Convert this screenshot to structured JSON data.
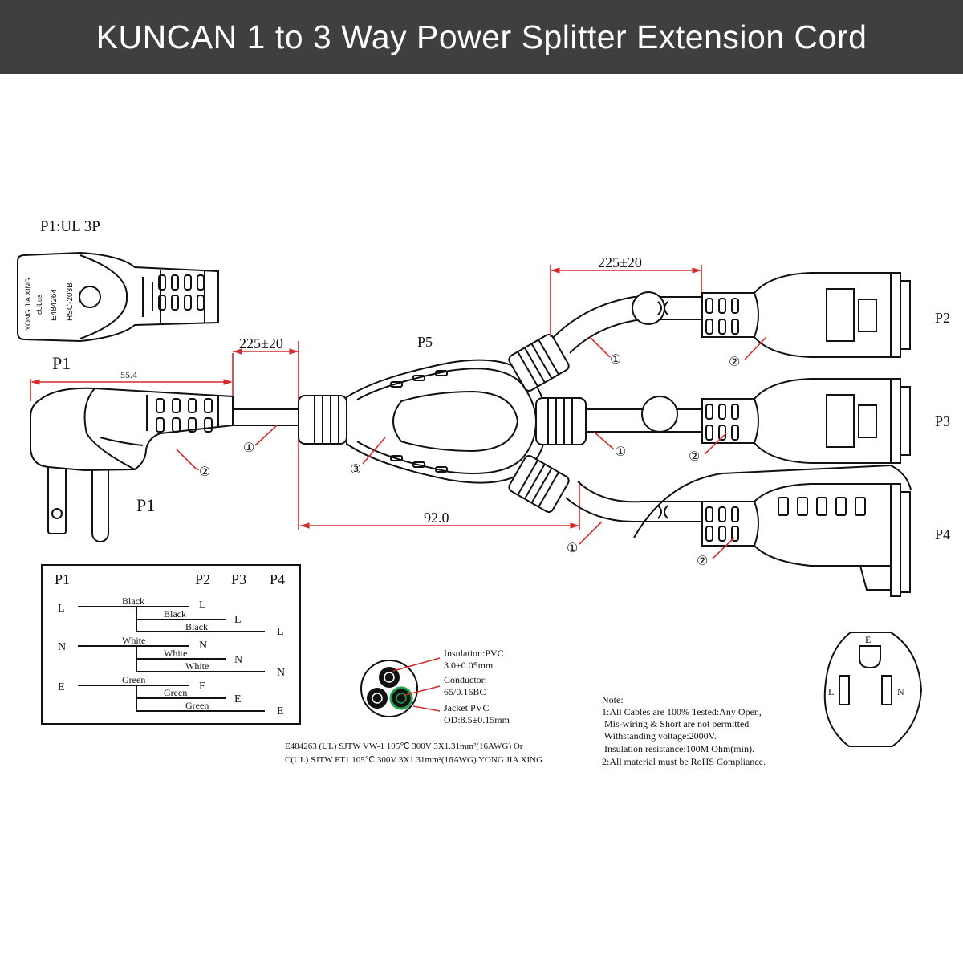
{
  "title": "KUNCAN 1 to 3 Way Power Splitter Extension Cord",
  "colors": {
    "accent_red": "#d42a2a",
    "title_bar": "#3f3f3f",
    "ink": "#111111",
    "conductor_green": "#22a24a"
  },
  "plug": {
    "heading": "P1:UL 3P",
    "label_p1_top": "P1",
    "label_p1_bottom": "P1",
    "face_text_1": "YONG JIA XING",
    "face_text_2": "E484264",
    "face_text_3": "HSC-203B",
    "face_mark": "cULus",
    "dim_plug": "55.4",
    "dim_cord": "225±20"
  },
  "splitter": {
    "label": "P5",
    "dim_branch": "225±20",
    "dim_body": "92.0"
  },
  "outlets": {
    "p2": "P2",
    "p3": "P3",
    "p4": "P4"
  },
  "callouts": {
    "c1": "①",
    "c2": "②",
    "c3": "③"
  },
  "wiring": {
    "headers": [
      "P1",
      "P2",
      "P3",
      "P4"
    ],
    "groups": [
      {
        "pin": "L",
        "color": "Black",
        "targets": [
          "L",
          "L",
          "L"
        ]
      },
      {
        "pin": "N",
        "color": "White",
        "targets": [
          "N",
          "N",
          "N"
        ]
      },
      {
        "pin": "E",
        "color": "Green",
        "targets": [
          "E",
          "E",
          "E"
        ]
      }
    ]
  },
  "cable": {
    "insulation_label": "Insulation:PVC",
    "insulation_value": "3.0±0.05mm",
    "conductor_label": "Conductor:",
    "conductor_value": "65/0.16BC",
    "jacket_label": "Jacket PVC",
    "jacket_value": "OD:8.5±0.15mm",
    "spec_line_1": "E484263 (UL) SJTW VW-1 105℃ 300V 3X1.31mm²(16AWG) Or",
    "spec_line_2": "C(UL) SJTW FT1 105℃ 300V 3X1.31mm²(16AWG) YONG JIA XING"
  },
  "notes": {
    "heading": "Note:",
    "lines": [
      "1:All Cables are 100% Tested:Any Open,",
      " Mis-wiring & Short are not permitted.",
      " Withstanding voltage:2000V.",
      " Insulation resistance:100M Ohm(min).",
      "2:All material must be RoHS Compliance."
    ]
  },
  "receptacle": {
    "e": "E",
    "l": "L",
    "n": "N"
  }
}
